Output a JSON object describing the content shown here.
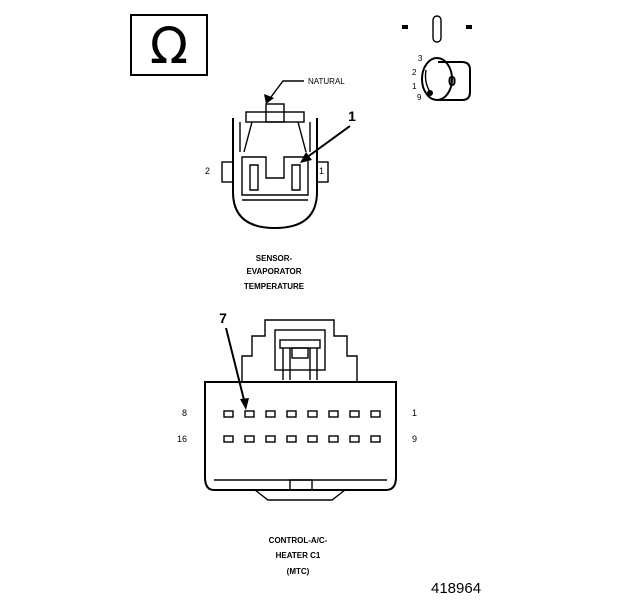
{
  "symbol": {
    "glyph": "Ω",
    "icon": "ohm-icon",
    "description_icon_switch": "ignition-key-switch-icon"
  },
  "ignition": {
    "positions": [
      "3",
      "2",
      "1",
      "9"
    ],
    "key_label": "0"
  },
  "sensor": {
    "natural_label": "NATURAL",
    "callout_number": "1",
    "pin_left": "2",
    "pin_right": "1",
    "name_lines": [
      "SENSOR-",
      "EVAPORATOR",
      "TEMPERATURE"
    ]
  },
  "controller": {
    "callout_number": "7",
    "row1_left": "8",
    "row1_right": "1",
    "row2_left": "16",
    "row2_right": "9",
    "name_lines": [
      "CONTROL-A/C-",
      "HEATER C1",
      "(MTC)"
    ]
  },
  "figure_number": "418964",
  "colors": {
    "ink": "#000000",
    "paper": "#ffffff"
  }
}
